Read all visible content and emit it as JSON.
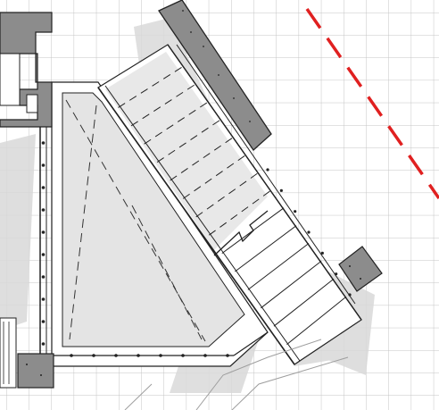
{
  "view": {
    "type": "architectural-floor-plan",
    "subject": "angled-staircase-with-landing"
  },
  "colors": {
    "background": "#ffffff",
    "grid": "#bdbdbd",
    "shadow": "#dadada",
    "landing_fill": "#e3e3e3",
    "stair_fill": "#e6e6e6",
    "concrete_fill": "#8c8c8c",
    "line": "#222222",
    "cut_line": "#e02020"
  },
  "elements": {
    "concrete_columns": 4,
    "stair_break_symbol": "zigzag",
    "reference_line_style": "dashed"
  }
}
